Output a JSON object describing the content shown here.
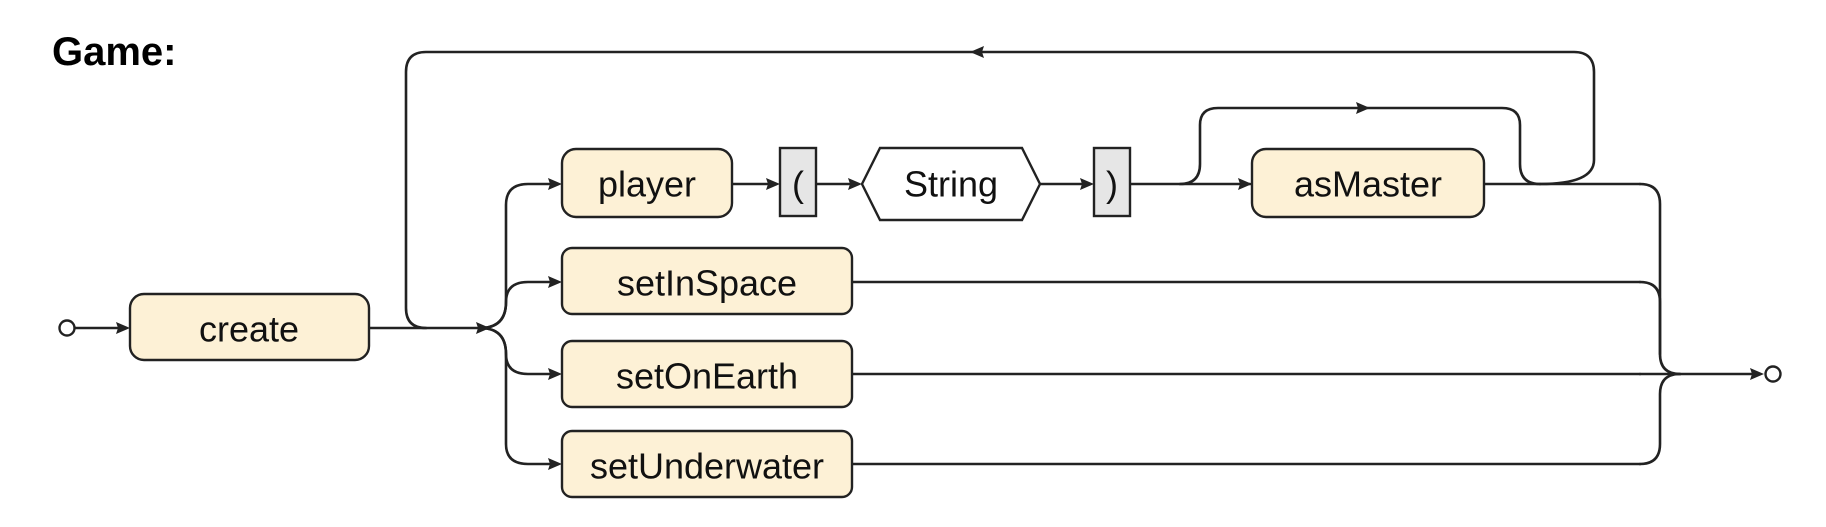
{
  "title": "Game:",
  "nodes": {
    "create": "create",
    "player": "player",
    "open_paren": "(",
    "string": "String",
    "close_paren": ")",
    "as_master": "asMaster",
    "set_in_space": "setInSpace",
    "set_on_earth": "setOnEarth",
    "set_underwater": "setUnderwater"
  },
  "colors": {
    "keyword_fill": "#fdf1d6",
    "paren_fill": "#e6e6e6",
    "line": "#222222"
  }
}
